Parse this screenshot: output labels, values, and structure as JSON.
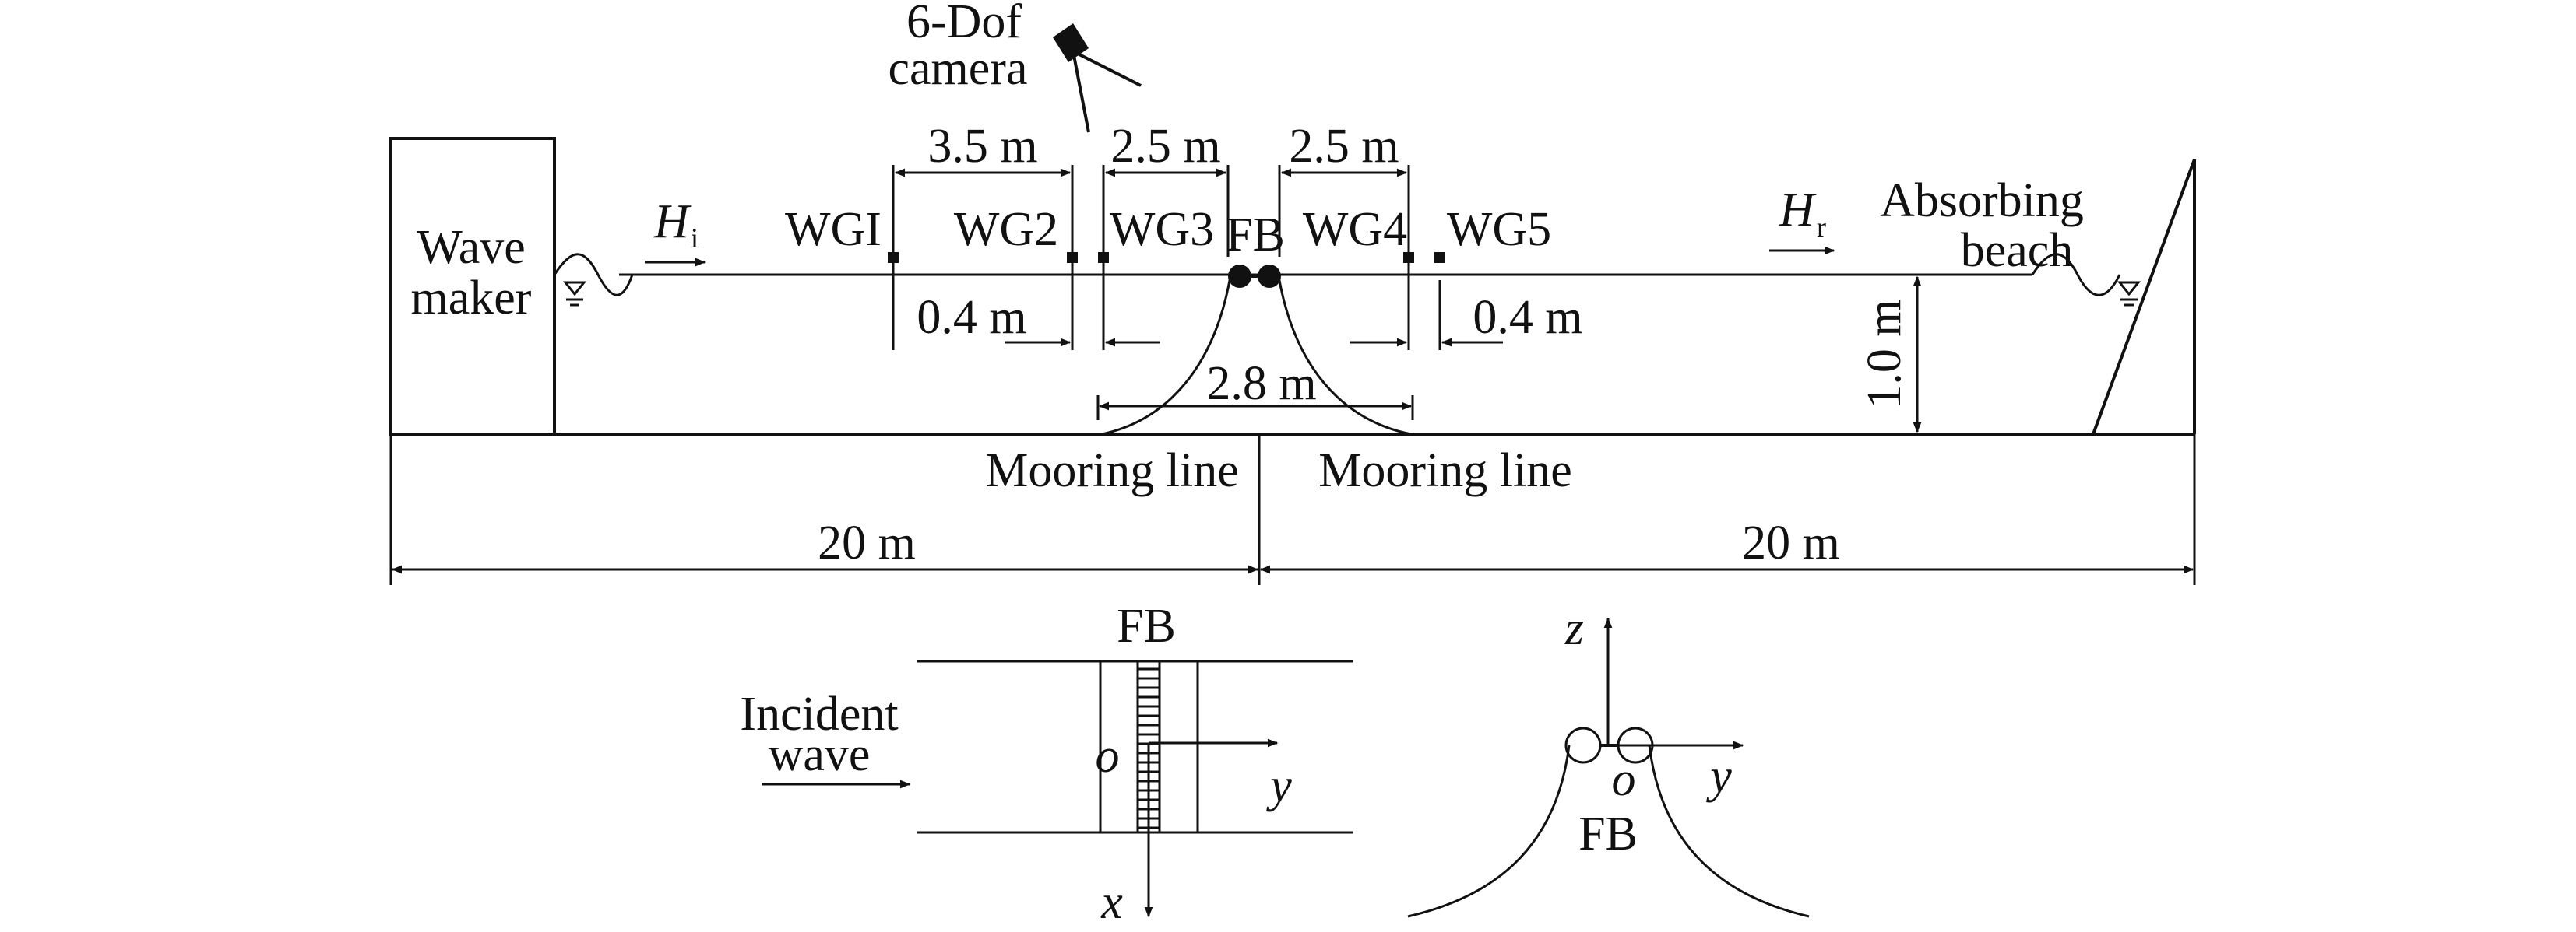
{
  "colors": {
    "ink": "#111111",
    "background": "#ffffff"
  },
  "labels": {
    "camera_line1": "6-Dof",
    "camera_line2": "camera",
    "wave_maker_line1": "Wave",
    "wave_maker_line2": "maker",
    "absorbing_line1": "Absorbing",
    "absorbing_line2": "beach",
    "hi_main": "H",
    "hi_sub": "i",
    "hr_main": "H",
    "hr_sub": "r",
    "fb": "FB",
    "mooring_left": "Mooring line",
    "mooring_right": "Mooring line",
    "incident_line1": "Incident",
    "incident_line2": "wave",
    "top_fb": "FB",
    "side_fb": "FB",
    "axis_o_top": "o",
    "axis_o_side": "o",
    "axis_x": "x",
    "axis_y_top": "y",
    "axis_y_side": "y",
    "axis_z": "z"
  },
  "wave_gauges": [
    "WGI",
    "WG2",
    "WG3",
    "WG4",
    "WG5"
  ],
  "dimensions": {
    "wg1_wg2": "3.5 m",
    "wg3_fb": "2.5 m",
    "fb_wg4": "2.5 m",
    "wg2_wg3": "0.4 m",
    "wg4_wg5": "0.4 m",
    "anchor_span": "2.8 m",
    "water_depth": "1.0 m",
    "left_length": "20 m",
    "right_length": "20 m"
  },
  "icons": [
    "camera-icon",
    "still-water-level-icon",
    "arrow-icon"
  ]
}
